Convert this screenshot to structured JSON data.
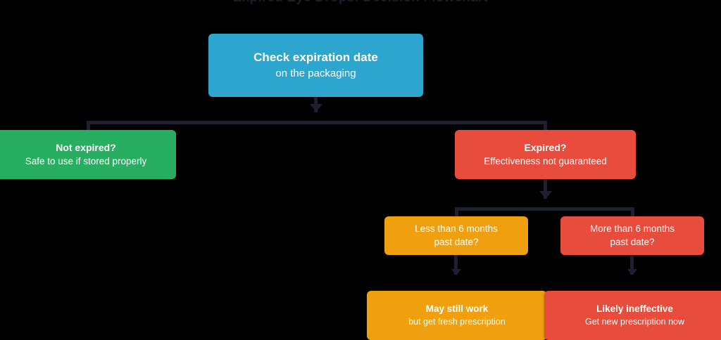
{
  "chart_data": {
    "type": "diagram",
    "diagram_kind": "decision-flowchart",
    "title": "Expired Eye Drops: Decision Flowchart",
    "background_color": "#000000",
    "connector_color": "#1e2031",
    "nodes": [
      {
        "id": "root",
        "heading": "Check expiration date",
        "subtext": "on the packaging",
        "color": "#2ca5cf",
        "level": 0
      },
      {
        "id": "not-expired",
        "heading": "Not expired?",
        "subtext": "Safe to use if stored properly",
        "color": "#27ae60",
        "level": 1
      },
      {
        "id": "expired",
        "heading": "Expired?",
        "subtext": "Effectiveness not guaranteed",
        "color": "#e74c3c",
        "level": 1
      },
      {
        "id": "less-than-6",
        "heading": "Less than 6 months",
        "subtext": "past date?",
        "color": "#f0a00f",
        "level": 2
      },
      {
        "id": "more-than-6",
        "heading": "More than 6 months",
        "subtext": "past date?",
        "color": "#e74c3c",
        "level": 2
      },
      {
        "id": "may-still-work",
        "heading": "May still work",
        "subtext": "but get fresh prescription",
        "color": "#f0a00f",
        "level": 3
      },
      {
        "id": "likely-ineffective",
        "heading": "Likely ineffective",
        "subtext": "Get new prescription now",
        "color": "#e74c3c",
        "level": 3
      }
    ],
    "edges": [
      {
        "from": "root",
        "to": "not-expired"
      },
      {
        "from": "root",
        "to": "expired"
      },
      {
        "from": "expired",
        "to": "less-than-6"
      },
      {
        "from": "expired",
        "to": "more-than-6"
      },
      {
        "from": "less-than-6",
        "to": "may-still-work"
      },
      {
        "from": "more-than-6",
        "to": "likely-ineffective"
      }
    ]
  },
  "flowchart": {
    "title": "Expired Eye Drops: Decision Flowchart",
    "root": {
      "heading": "Check expiration date",
      "subtext": "on the packaging"
    },
    "branch_not_expired": {
      "heading": "Not expired?",
      "subtext": "Safe to use if stored properly"
    },
    "branch_expired": {
      "heading": "Expired?",
      "subtext": "Effectiveness not guaranteed"
    },
    "branch_less_six": {
      "heading": "Less than 6 months",
      "subtext": "past date?"
    },
    "branch_more_six": {
      "heading": "More than 6 months",
      "subtext": "past date?"
    },
    "leaf_may_work": {
      "heading": "May still work",
      "subtext": "but get fresh prescription"
    },
    "leaf_ineffective": {
      "heading": "Likely ineffective",
      "subtext": "Get new prescription now"
    }
  }
}
